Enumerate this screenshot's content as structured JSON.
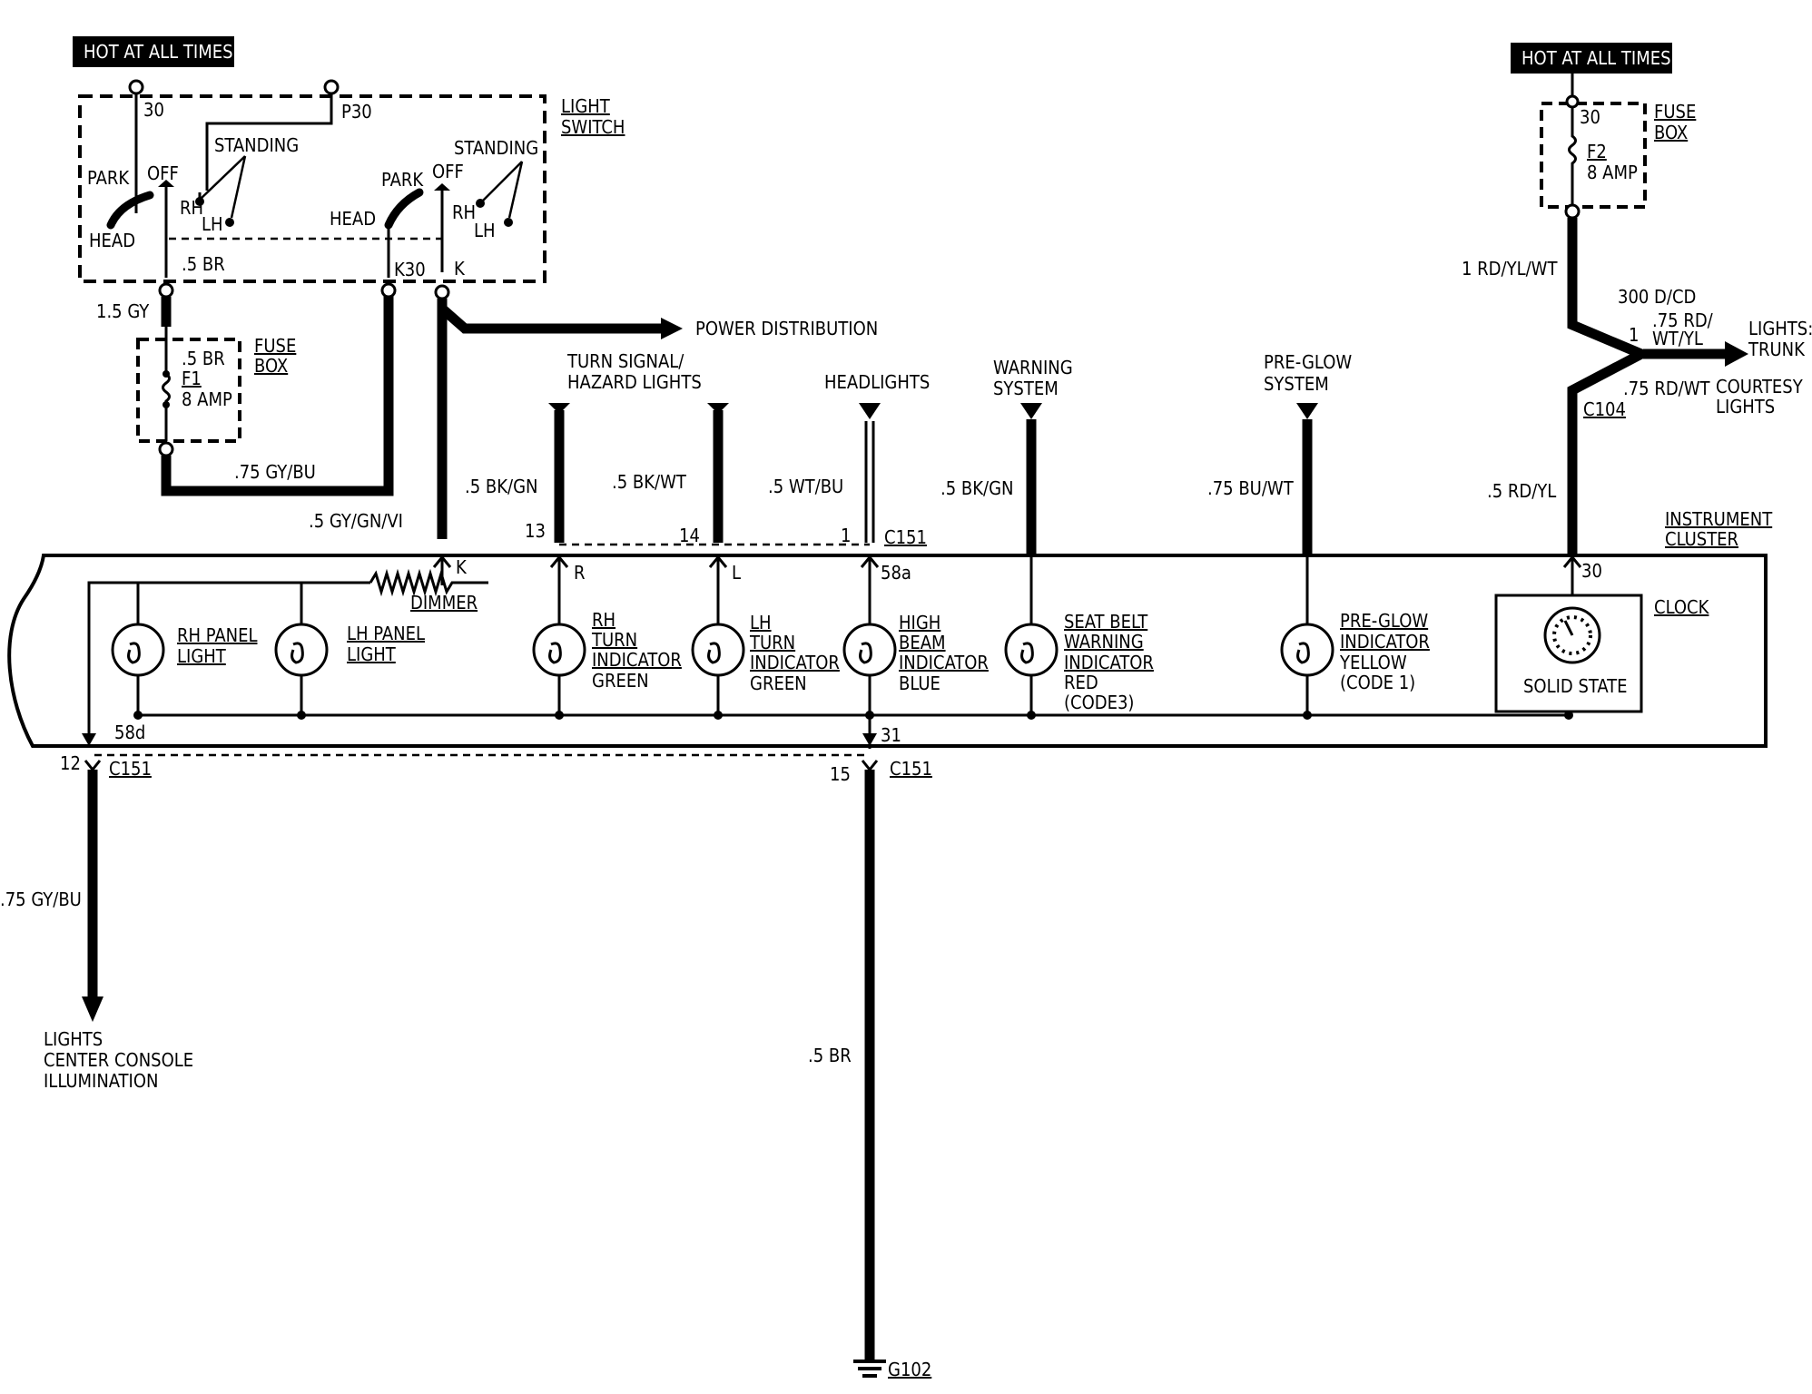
{
  "hot_left": "HOT AT ALL TIMES",
  "hot_right": "HOT AT ALL TIMES",
  "light_switch": [
    "LIGHT",
    "SWITCH"
  ],
  "terminals": {
    "t30": "30",
    "p30": "P30",
    "k30": "K30",
    "k": "K"
  },
  "switch_left": {
    "park": "PARK",
    "off": "OFF",
    "head": "HEAD",
    "rh": "RH",
    "lh": "LH",
    "standing": "STANDING"
  },
  "switch_right": {
    "park": "PARK",
    "off": "OFF",
    "head": "HEAD",
    "rh": "RH",
    "lh": "LH",
    "standing": "STANDING"
  },
  "wire_05br_top": ".5 BR",
  "wire_15gy": "1.5 GY",
  "fuse_left": {
    "label": [
      "FUSE",
      "BOX"
    ],
    "wire": ".5 BR",
    "fuse": "F1",
    "amp": "8 AMP"
  },
  "wire_075gybu_h": ".75 GY/BU",
  "wire_05gygnvi": ".5 GY/GN/VI",
  "power_distribution": "POWER DISTRIBUTION",
  "turn_signal": [
    "TURN SIGNAL/",
    "HAZARD LIGHTS"
  ],
  "headlights": "HEADLIGHTS",
  "warning_system": [
    "WARNING",
    "SYSTEM"
  ],
  "preglow_system": [
    "PRE-GLOW",
    "SYSTEM"
  ],
  "wire_05bkgn_1": ".5 BK/GN",
  "wire_05bkwt": ".5 BK/WT",
  "wire_05wtbu": ".5 WT/BU",
  "wire_05bkgn_2": ".5 BK/GN",
  "wire_075buwt": ".75 BU/WT",
  "wire_05rdyl": ".5 RD/YL",
  "pin_13": "13",
  "pin_14": "14",
  "pin_1": "1",
  "c151_top": "C151",
  "instrument_cluster": [
    "INSTRUMENT",
    "CLUSTER"
  ],
  "fuse_right": {
    "t30": "30",
    "label": [
      "FUSE",
      "BOX"
    ],
    "fuse": "F2",
    "amp": "8 AMP"
  },
  "wire_1rdylwt": "1 RD/YL/WT",
  "splice": "300 D/CD",
  "wire_075rdwtyl": [
    ".75 RD/",
    "WT/YL"
  ],
  "pin_1_c104": "1",
  "lights_trunk": [
    "LIGHTS:",
    "TRUNK"
  ],
  "courtesy": [
    "COURTESY",
    "LIGHTS"
  ],
  "wire_075rdwt": ".75 RD/WT",
  "c104": "C104",
  "dimmer": {
    "label": "DIMMER",
    "pin": "K"
  },
  "pins_cluster": {
    "r": "R",
    "l": "L",
    "58a": "58a",
    "30": "30",
    "58d": "58d",
    "31": "31"
  },
  "bulbs": {
    "rh_panel": [
      "RH PANEL",
      "LIGHT"
    ],
    "lh_panel": [
      "LH PANEL",
      "LIGHT"
    ],
    "rh_turn": [
      "RH",
      "TURN",
      "INDICATOR",
      "GREEN"
    ],
    "lh_turn": [
      "LH",
      "TURN",
      "INDICATOR",
      "GREEN"
    ],
    "high_beam": [
      "HIGH",
      "BEAM",
      "INDICATOR",
      "BLUE"
    ],
    "seat_belt": [
      "SEAT BELT",
      "WARNING",
      "INDICATOR",
      "RED",
      "(CODE3)"
    ],
    "preglow": [
      "PRE-GLOW",
      "INDICATOR",
      "YELLOW",
      "(CODE 1)"
    ]
  },
  "clock": {
    "label": "CLOCK",
    "inner": "SOLID STATE"
  },
  "pin_12": "12",
  "c151_left": "C151",
  "pin_15": "15",
  "c151_mid": "C151",
  "wire_075gybu_v": ".75 GY/BU",
  "console": [
    "LIGHTS",
    "CENTER CONSOLE",
    "ILLUMINATION"
  ],
  "wire_05br_ground": ".5 BR",
  "ground": "G102"
}
